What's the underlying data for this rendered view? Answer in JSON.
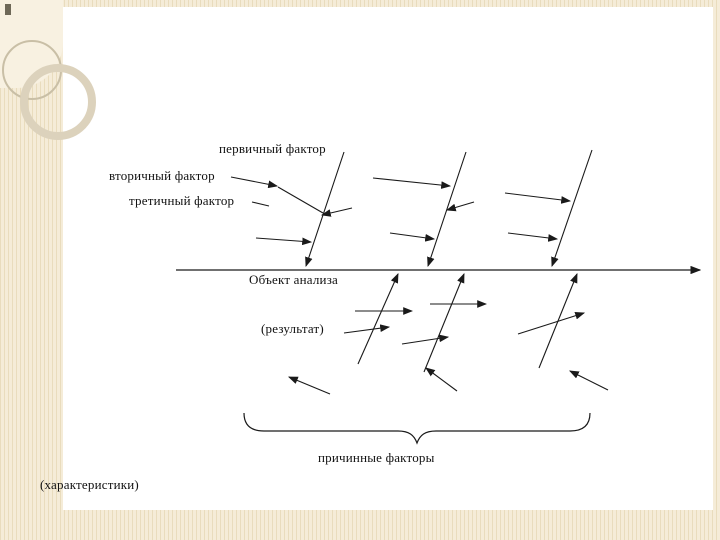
{
  "slide": {
    "kind": "fishbone-ishikawa-diagram",
    "labels": {
      "primary_factor": "первичный фактор",
      "secondary_factor": "вторичный фактор",
      "tertiary_factor": "третичный фактор",
      "analysis_object": "Объект анализа",
      "result": "(результат)",
      "causal_factors": "причинные факторы",
      "characteristics": "(характеристики)"
    },
    "colors": {
      "stripe_dark": "#e9dcbd",
      "stripe_light": "#f5ecd8",
      "panel": "#ffffff",
      "line": "#1a1a1a",
      "ring": "#c9bfa6"
    }
  }
}
